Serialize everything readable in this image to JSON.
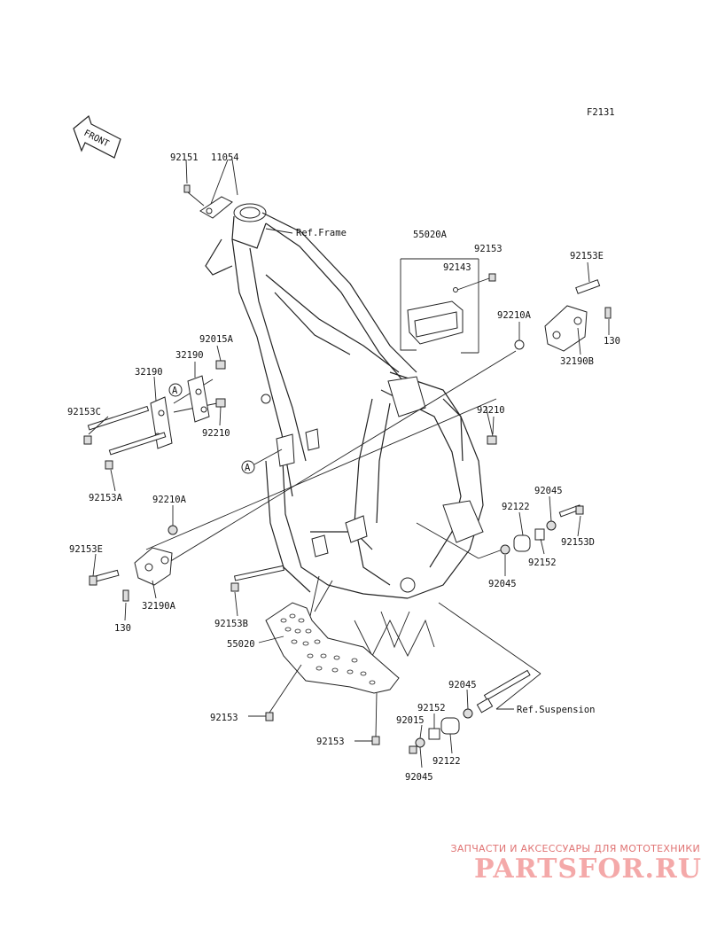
{
  "figure_code": "F2131",
  "front_label": "FRONT",
  "ref_frame": "Ref.Frame",
  "ref_suspension": "Ref.Suspension",
  "callout_a": "A",
  "parts": {
    "p92151": "92151",
    "p11054": "11054",
    "p55020A": "55020A",
    "p92153_top": "92153",
    "p92143": "92143",
    "p92153E_top": "92153E",
    "p92210A_top": "92210A",
    "p130_top": "130",
    "p32190B": "32190B",
    "p92015A": "92015A",
    "p32190_upper": "32190",
    "p32190_lower": "32190",
    "p92153C": "92153C",
    "p92210_left": "92210",
    "p92153A": "92153A",
    "p92210_right": "92210",
    "p92045_r1": "92045",
    "p92122_r": "92122",
    "p92153D": "92153D",
    "p92152_r": "92152",
    "p92045_r2": "92045",
    "p92210A_left": "92210A",
    "p92153E_left": "92153E",
    "p32190A": "32190A",
    "p130_left": "130",
    "p92153B": "92153B",
    "p55020": "55020",
    "p92153_bl": "92153",
    "p92153_bm": "92153",
    "p92045_b1": "92045",
    "p92152_b": "92152",
    "p92015": "92015",
    "p92122_b": "92122",
    "p92045_b2": "92045"
  },
  "watermark": {
    "tagline": "ЗАПЧАСТИ И АКСЕССУАРЫ ДЛЯ МОТОТЕХНИКИ",
    "logo": "PARTSFOR.RU"
  }
}
